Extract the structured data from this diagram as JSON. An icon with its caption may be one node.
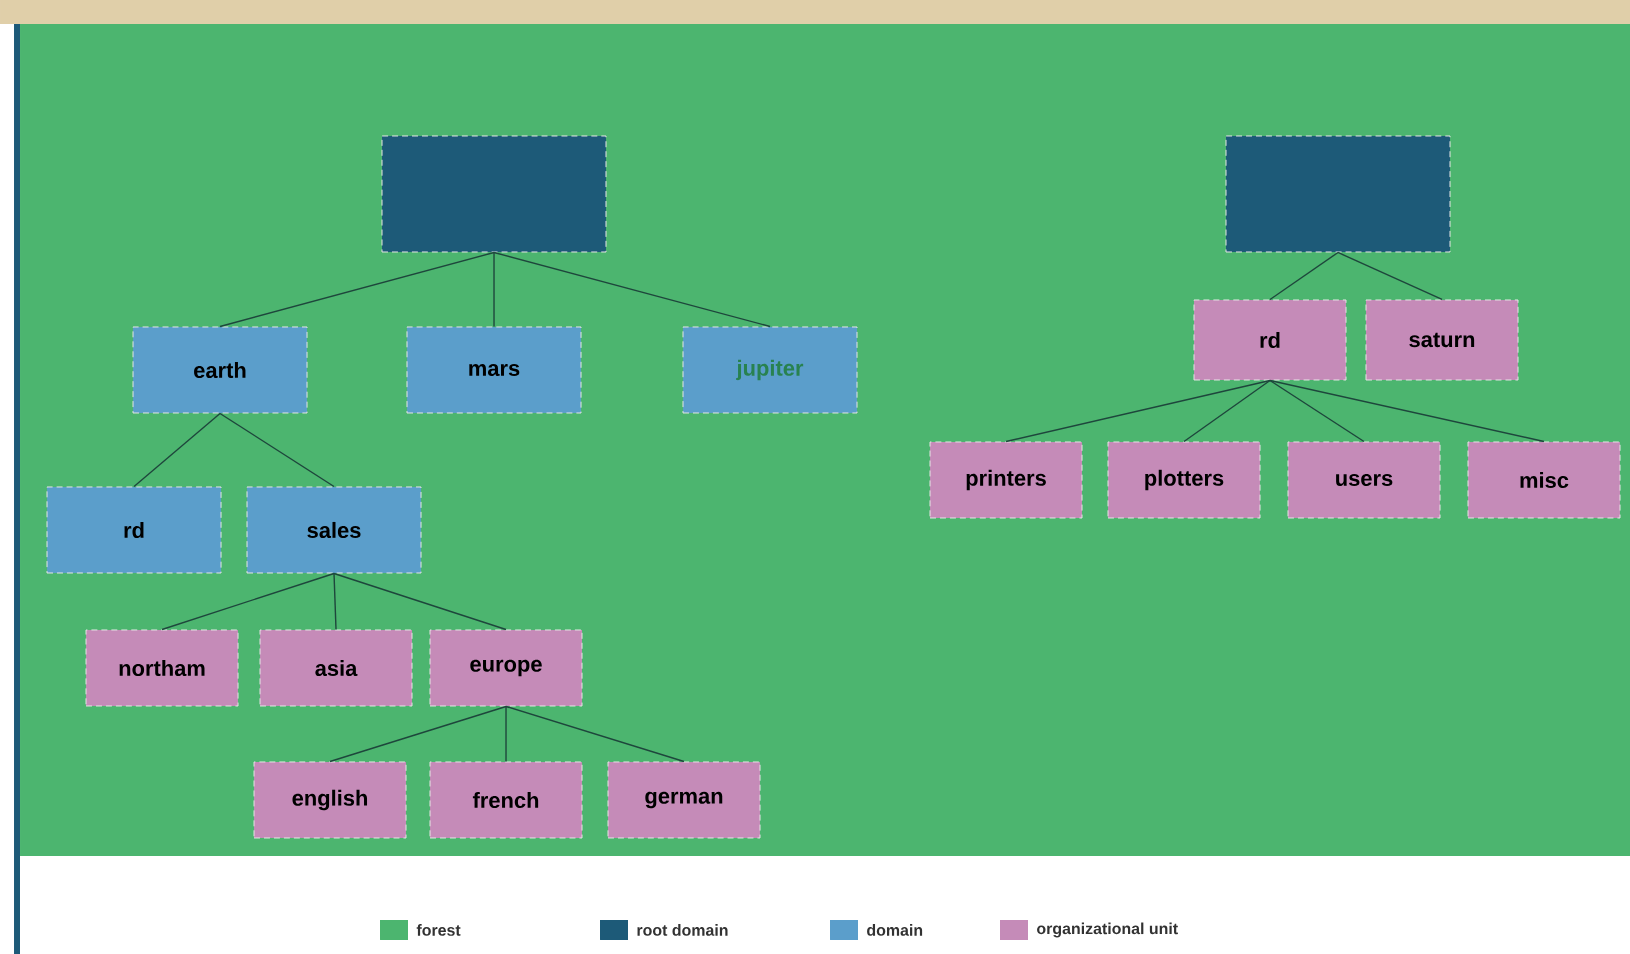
{
  "diagram": {
    "nodes": [
      {
        "text": [],
        "shape": "box"
      },
      {
        "text": [],
        "shape": "box"
      },
      {
        "text": [
          "earth"
        ]
      },
      {
        "text": [
          "mars"
        ]
      },
      {
        "text": [
          "jupiter"
        ]
      },
      {
        "text": [
          "rd"
        ]
      },
      {
        "text": [
          "saturn"
        ]
      },
      {
        "text": [
          "printers"
        ]
      },
      {
        "text": [
          "plotters"
        ]
      },
      {
        "text": [
          "users"
        ]
      },
      {
        "text": [
          "misc"
        ]
      },
      {
        "text": [
          "rd"
        ]
      },
      {
        "text": [
          "sales"
        ]
      },
      {
        "text": [
          "northam"
        ]
      },
      {
        "text": [
          "asia"
        ]
      },
      {
        "text": [
          "europe"
        ]
      },
      {
        "text": [
          "english"
        ]
      },
      {
        "text": [
          "french"
        ]
      },
      {
        "text": [
          "german"
        ]
      }
    ],
    "edges": [
      {
        "from": 0,
        "to": 2,
        "arrow": "none"
      },
      {
        "from": 0,
        "to": 3,
        "arrow": "none"
      },
      {
        "from": 0,
        "to": 4,
        "arrow": "none"
      },
      {
        "from": 1,
        "to": 5,
        "arrow": "none"
      },
      {
        "from": 1,
        "to": 6,
        "arrow": "none"
      },
      {
        "from": 5,
        "to": 7,
        "arrow": "none"
      },
      {
        "from": 5,
        "to": 8,
        "arrow": "none"
      },
      {
        "from": 5,
        "to": 9,
        "arrow": "none"
      },
      {
        "from": 5,
        "to": 10,
        "arrow": "none"
      },
      {
        "from": 2,
        "to": 11,
        "arrow": "none"
      },
      {
        "from": 2,
        "to": 12,
        "arrow": "none"
      },
      {
        "from": 12,
        "to": 13,
        "arrow": "none"
      },
      {
        "from": 12,
        "to": 14,
        "arrow": "none"
      },
      {
        "from": 12,
        "to": 15,
        "arrow": "none"
      },
      {
        "from": 15,
        "to": 16,
        "arrow": "none"
      },
      {
        "from": 15,
        "to": 17,
        "arrow": "none"
      },
      {
        "from": 15,
        "to": 18,
        "arrow": "none"
      }
    ],
    "legend": [
      {
        "text": "forest",
        "color": "#4cb56f"
      },
      {
        "text": "root domain",
        "color": "#1d5a78"
      },
      {
        "text": "domain",
        "color": "#5b9ecb"
      },
      {
        "text": "organizational unit",
        "color": "#c58bb8"
      }
    ]
  }
}
